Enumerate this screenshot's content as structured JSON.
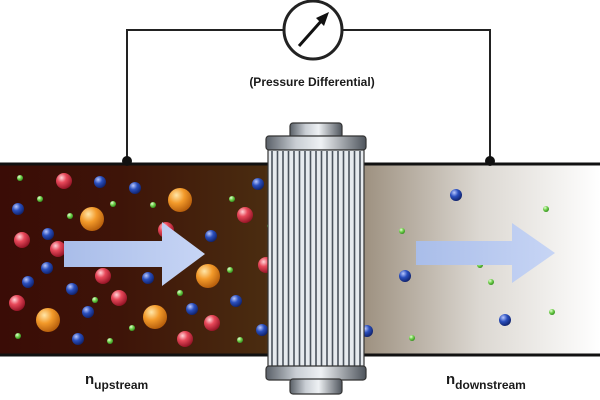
{
  "labels": {
    "gauge": "(Pressure Differential)",
    "upstream_main": "n",
    "upstream_sub": "upstream",
    "downstream_main": "n",
    "downstream_sub": "downstream"
  },
  "icons": {
    "gauge": "pressure-gauge-icon",
    "filter": "filter-cartridge-icon",
    "flow": "flow-arrow-icon"
  },
  "colors": {
    "pipe_dark": "#3a1208",
    "pipe_light": "#ffffff",
    "red_particle": "#e23b48",
    "orange_particle": "#f29a2b",
    "blue_particle": "#1f3fa0",
    "green_particle": "#6fcf4a",
    "arrow": "#b7c8ef",
    "wire": "#222222",
    "filter": "#9aa3ad"
  }
}
